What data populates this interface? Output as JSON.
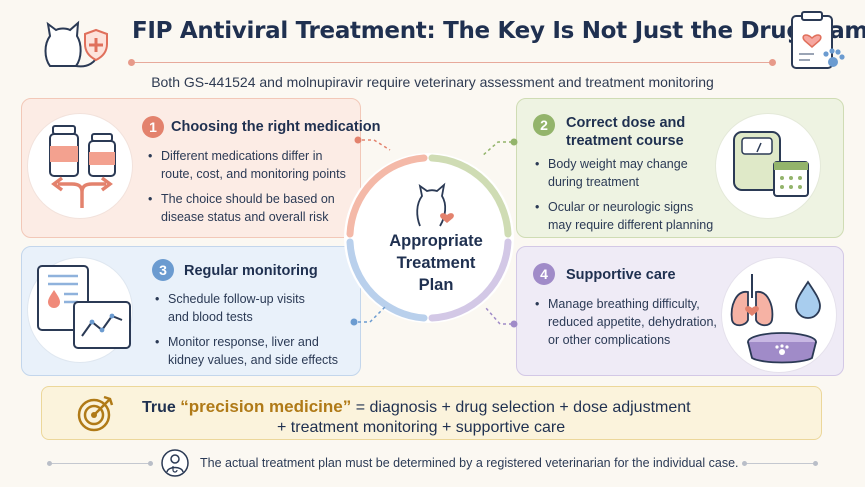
{
  "header": {
    "title": "FIP Antiviral Treatment: The Key Is Not Just the Drug Name",
    "subtitle": "Both GS-441524 and molnupiravir require veterinary assessment and treatment monitoring"
  },
  "center": {
    "line1": "Appropriate",
    "line2": "Treatment",
    "line3": "Plan"
  },
  "cards": [
    {
      "number": "1",
      "title": "Choosing the right medication",
      "bullets": [
        [
          "Different medications differ in",
          "route, cost, and monitoring points"
        ],
        [
          "The choice should be based on",
          "disease status and overall risk"
        ]
      ],
      "accent": "#e3826d"
    },
    {
      "number": "2",
      "title_line1": "Correct dose and",
      "title_line2": "treatment course",
      "bullets": [
        [
          "Body weight may change",
          "during treatment"
        ],
        [
          "Ocular or neurologic signs",
          "may require different planning"
        ]
      ],
      "accent": "#93b46b"
    },
    {
      "number": "3",
      "title": "Regular monitoring",
      "bullets": [
        [
          "Schedule follow-up visits",
          "and blood tests"
        ],
        [
          "Monitor response, liver and",
          "kidney values, and side effects"
        ]
      ],
      "accent": "#6b9bd0"
    },
    {
      "number": "4",
      "title": "Supportive care",
      "bullets": [
        [
          "Manage breathing difficulty,",
          "reduced appetite, dehydration,",
          "or other complications"
        ]
      ],
      "accent": "#a08bc8"
    }
  ],
  "formula": {
    "true_word": "True",
    "precision_medicine": "“precision medicine”",
    "line1_rest": "= diagnosis + drug selection + dose adjustment",
    "line2": "+ treatment monitoring + supportive care"
  },
  "footer": {
    "text": "The actual treatment plan must be determined by a registered veterinarian for the individual case."
  },
  "icons": {
    "header_left": "cat-with-medical-shield-icon",
    "header_right": "clipboard-with-heart-and-paw-icon",
    "card1": "medicine-bottles-icon",
    "card2": "scale-and-calendar-icon",
    "card3": "lab-report-and-chart-icon",
    "card4": "lungs-water-drop-food-bowl-icon",
    "center": "cat-heart-icon",
    "formula": "target-icon",
    "footer": "veterinarian-icon"
  },
  "colors": {
    "title": "#1f3050",
    "card1_bg": "#fcece5",
    "card2_bg": "#eef3e2",
    "card3_bg": "#e9f1fa",
    "card4_bg": "#efebf6",
    "highlight": "#b07a17"
  }
}
